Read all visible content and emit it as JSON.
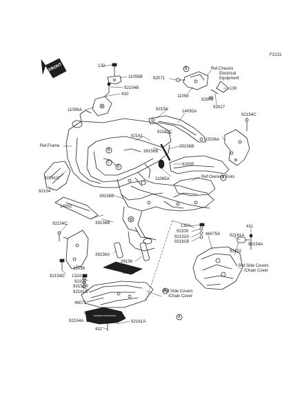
{
  "diagram_code": "F2131",
  "front_marker": "FRONT",
  "refs": {
    "frame": "Ref.Frame",
    "chassis": [
      "Ref.Chassis",
      "Electrical",
      "Equipment"
    ],
    "owners_tools": "Ref.Owner's Tools",
    "side_covers_right": [
      "Ref.Side Covers",
      "/Chain Cover"
    ],
    "side_covers_bottom": [
      "Ref.Side Covers",
      "/Chain Cover"
    ]
  },
  "labels": {
    "p132_top": "132",
    "p11056b": "11056B",
    "p92154b": "92154B",
    "p410": "410",
    "p11056a": "11056A",
    "p92071": "92071",
    "p11056": "11056",
    "p92075": "92075",
    "p130": "130",
    "p92027": "92027",
    "p92154": "92154",
    "p14092a": "14092A",
    "p92154c_right": "92154C",
    "p92161c_top": "92161C",
    "p92161": "92161",
    "p39156b_mid": "39156B",
    "p39156b_right": "39156B",
    "p32036a": "32036A",
    "p92055": "92055",
    "p11065a": "11065A",
    "p92161c_left": "92161C",
    "p92154_left": "92154",
    "p14092": "14092",
    "p39156b_low": "39156B",
    "p92154c_left": "92154C",
    "p39156b_lower": "39156B",
    "p132a_right": "132A",
    "p92200_right": "92200",
    "p92152a_right": "92152A",
    "p92161b_right": "92161B",
    "p46075a": "46075A",
    "p411_right": "411",
    "p92161a_right": "92161A",
    "p92154a_right": "92154A",
    "p92152_right": "92152",
    "p39156a": "39156A",
    "p39156_mid": "39156",
    "p39156_low": "39156",
    "p32036": "32036",
    "p92154d": "92154D",
    "p132a_left": "132A",
    "p92200_left": "92200",
    "p92152a_left": "92152A",
    "p92161b_left": "92161B",
    "p46075": "46075",
    "p92152_left": "92152",
    "p92154a_left": "92154A",
    "p411_left": "411",
    "p92161a_left": "92161A"
  },
  "callouts": {
    "a": "A",
    "b": "B",
    "c": "C",
    "d": "D"
  }
}
